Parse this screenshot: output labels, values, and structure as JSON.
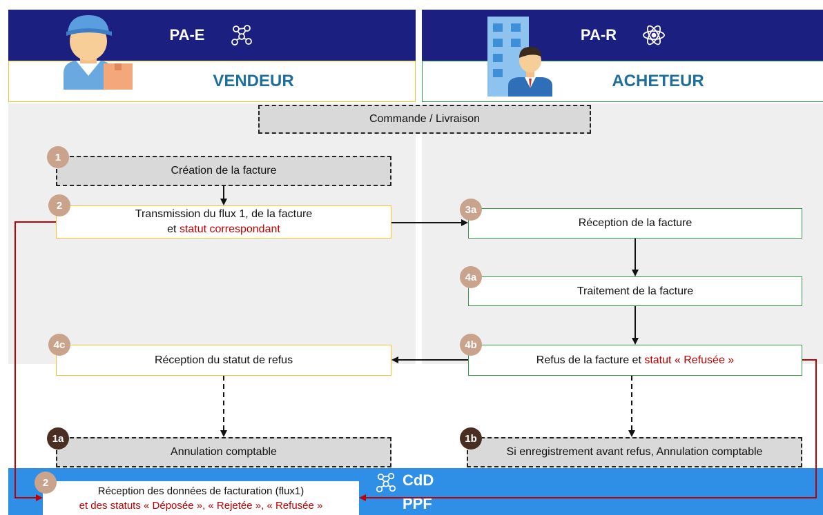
{
  "seller": {
    "platform": "PA-E",
    "role": "VENDEUR",
    "icon": "network-icon"
  },
  "buyer": {
    "platform": "PA-R",
    "role": "ACHETEUR",
    "icon": "atom-icon"
  },
  "colors": {
    "header": "#1b1f7f",
    "role_text": "#1f6f9e",
    "status_red": "#c00000",
    "ppf_band": "#2f8fe6",
    "step_light": "#c9a38c",
    "step_dark": "#4a2e22"
  },
  "order": {
    "label": "Commande / Livraison"
  },
  "steps": {
    "s1": {
      "badge": "1",
      "label": "Création de la facture"
    },
    "s2": {
      "badge": "2",
      "line1": "Transmission du flux 1, de la facture",
      "line2_prefix": "et ",
      "line2_red": "statut correspondant"
    },
    "s3a": {
      "badge": "3a",
      "label": "Réception de la facture"
    },
    "s4a": {
      "badge": "4a",
      "label": "Traitement de la facture"
    },
    "s4b": {
      "badge": "4b",
      "prefix": "Refus de la facture et ",
      "red": "statut « Refusée »"
    },
    "s4c": {
      "badge": "4c",
      "label": "Réception du statut de refus"
    },
    "s1a": {
      "badge": "1a",
      "label": "Annulation comptable"
    },
    "s1b": {
      "badge": "1b",
      "label": "Si enregistrement avant refus, Annulation comptable"
    }
  },
  "ppf": {
    "badge": "2",
    "line1": "Réception des données de facturation (flux1)",
    "line2_red": "et des statuts « Déposée », « Rejetée », « Refusée »",
    "title1": "CdD",
    "title2": "PPF"
  }
}
